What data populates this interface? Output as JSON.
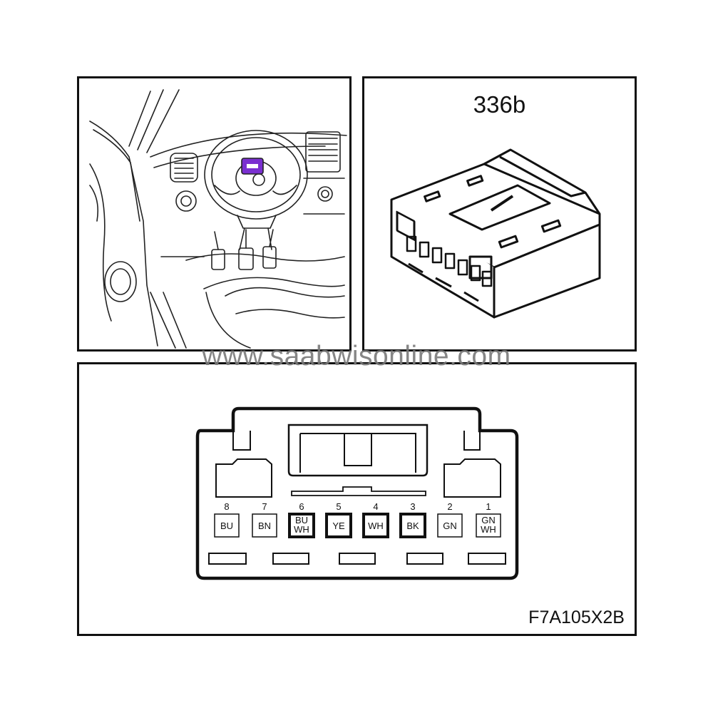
{
  "connector_id": "336b",
  "watermark": "www.saabwisonline.com",
  "figure_code": "F7A105X2B",
  "pins": [
    {
      "num": "8",
      "color": "BU",
      "lines": [
        "BU"
      ],
      "used": false
    },
    {
      "num": "7",
      "color": "BN",
      "lines": [
        "BN"
      ],
      "used": false
    },
    {
      "num": "6",
      "color": "BU WH",
      "lines": [
        "BU",
        "WH"
      ],
      "used": true
    },
    {
      "num": "5",
      "color": "YE",
      "lines": [
        "YE"
      ],
      "used": true
    },
    {
      "num": "4",
      "color": "WH",
      "lines": [
        "WH"
      ],
      "used": true
    },
    {
      "num": "3",
      "color": "BK",
      "lines": [
        "BK"
      ],
      "used": true
    },
    {
      "num": "2",
      "color": "GN",
      "lines": [
        "GN"
      ],
      "used": false
    },
    {
      "num": "1",
      "color": "GN WH",
      "lines": [
        "GN",
        "WH"
      ],
      "used": false
    }
  ],
  "highlight_color": "#7a2fd0"
}
